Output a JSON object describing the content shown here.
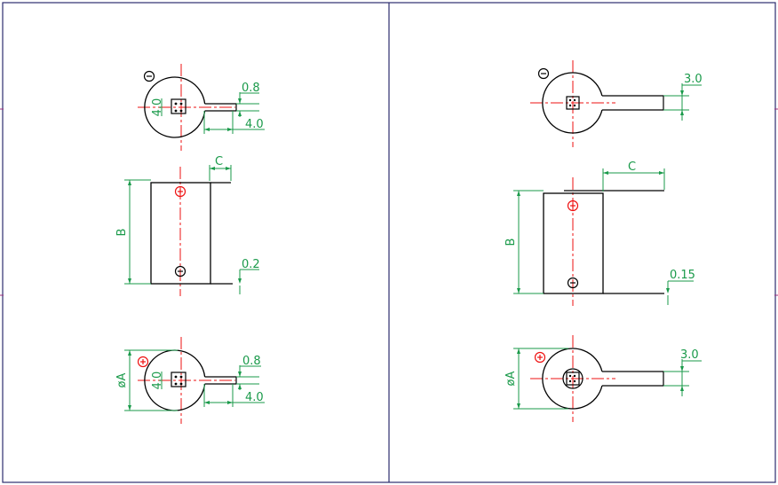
{
  "colors": {
    "frame": "#2d2d6e",
    "outline": "#000000",
    "dimension": "#1a9a4a",
    "centerline": "#ee1111",
    "positive": "#ee1111",
    "negative": "#000000"
  },
  "left_panel": {
    "top_view": {
      "polarity": "⊖",
      "tab_thickness": "0.8",
      "tab_length": "4.0",
      "tab_width": "4.0"
    },
    "side_view": {
      "label_height": "B",
      "label_offset": "C",
      "tab_thickness": "0.2",
      "positive": "⊕",
      "negative": "⊖"
    },
    "bottom_view": {
      "polarity": "⊕",
      "label_diameter": "øA",
      "tab_thickness": "0.8",
      "tab_length": "4.0",
      "tab_width": "4.0"
    }
  },
  "right_panel": {
    "top_view": {
      "polarity": "⊖",
      "tab_width": "3.0"
    },
    "side_view": {
      "label_height": "B",
      "label_offset": "C",
      "tab_thickness": "0.15",
      "positive": "⊕",
      "negative": "⊖"
    },
    "bottom_view": {
      "polarity": "⊕",
      "label_diameter": "øA",
      "tab_width": "3.0"
    }
  }
}
